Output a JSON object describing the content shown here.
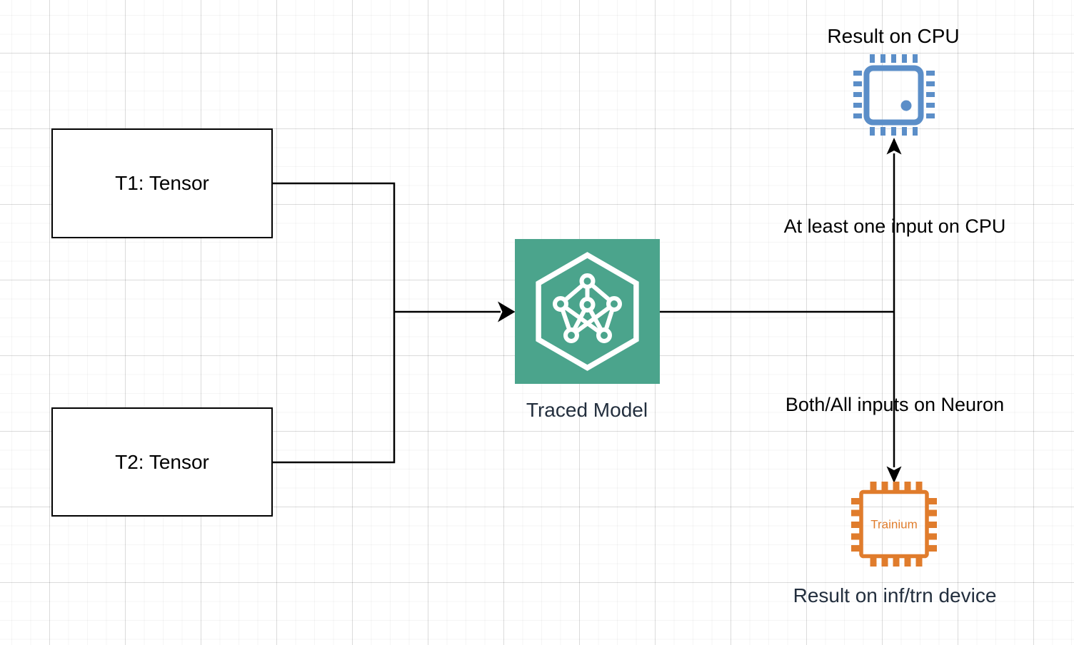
{
  "colors": {
    "model_green": "#4BA48C",
    "cpu_blue": "#5B8EC8",
    "trainium_orange": "#E07C2C",
    "navy_text": "#232F3E",
    "line_black": "#000000",
    "box_fill": "#FFFFFF"
  },
  "nodes": {
    "t1": {
      "label": "T1: Tensor"
    },
    "t2": {
      "label": "T2: Tensor"
    },
    "traced_model": {
      "label": "Traced Model",
      "icon": "neural-network-icon"
    },
    "cpu_result": {
      "label": "Result on CPU",
      "icon": "cpu-chip-icon"
    },
    "neuron_result": {
      "label": "Result on inf/trn device",
      "icon": "trainium-chip-icon",
      "chip_text": "Trainium"
    }
  },
  "branches": {
    "cpu_condition": "At least one input on CPU",
    "neuron_condition": "Both/All inputs on Neuron"
  },
  "flow": [
    "t1 -> traced_model",
    "t2 -> traced_model",
    "traced_model -> cpu_result when at least one input on CPU",
    "traced_model -> neuron_result when both/all inputs on Neuron"
  ]
}
